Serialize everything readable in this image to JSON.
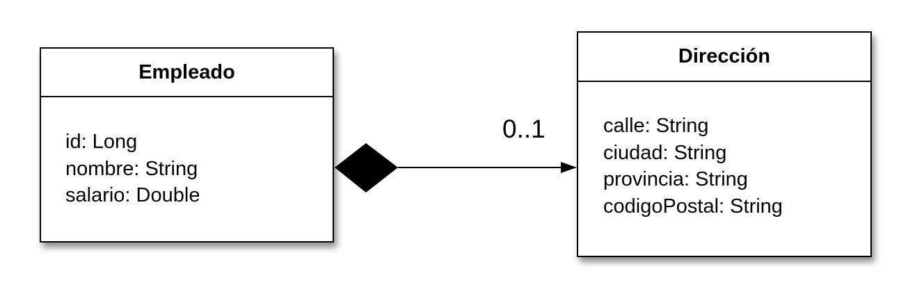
{
  "diagram": {
    "classes": [
      {
        "name": "Empleado",
        "attributes": [
          "id: Long",
          "nombre: String",
          "salario: Double"
        ]
      },
      {
        "name": "Dirección",
        "attributes": [
          "calle: String",
          "ciudad: String",
          "provincia: String",
          "codigoPostal: String"
        ]
      }
    ],
    "association": {
      "source": "Empleado",
      "target": "Dirección",
      "kind": "composition",
      "navigable_to_target": true,
      "target_multiplicity": "0..1"
    },
    "colors": {
      "line": "#000000",
      "box_fill": "#ffffff",
      "background": "#ffffff"
    }
  }
}
